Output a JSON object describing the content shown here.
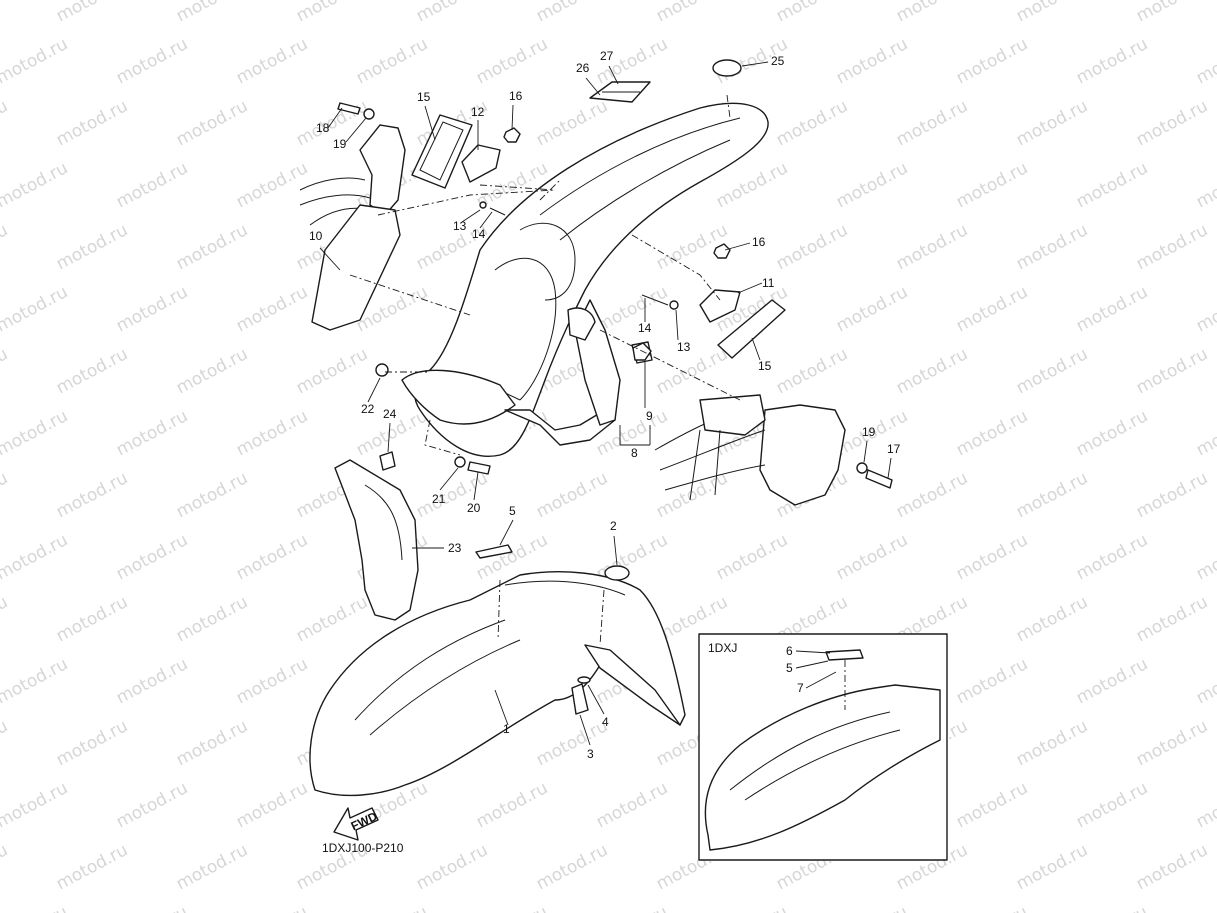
{
  "watermark": "motod.ru",
  "diagram_code": "1DXJ100-P210",
  "inset": {
    "title": "1DXJ",
    "callouts": [
      "6",
      "5",
      "7"
    ]
  },
  "fwd_label": "FWD",
  "callouts": [
    "1",
    "2",
    "3",
    "4",
    "5",
    "8",
    "9",
    "10",
    "11",
    "12",
    "13",
    "13",
    "14",
    "14",
    "15",
    "15",
    "16",
    "16",
    "17",
    "18",
    "19",
    "19",
    "20",
    "21",
    "22",
    "23",
    "24",
    "25",
    "26",
    "27"
  ],
  "colors": {
    "line": "#1a1a1a",
    "watermark": "#d6d6d6",
    "background": "#ffffff"
  }
}
